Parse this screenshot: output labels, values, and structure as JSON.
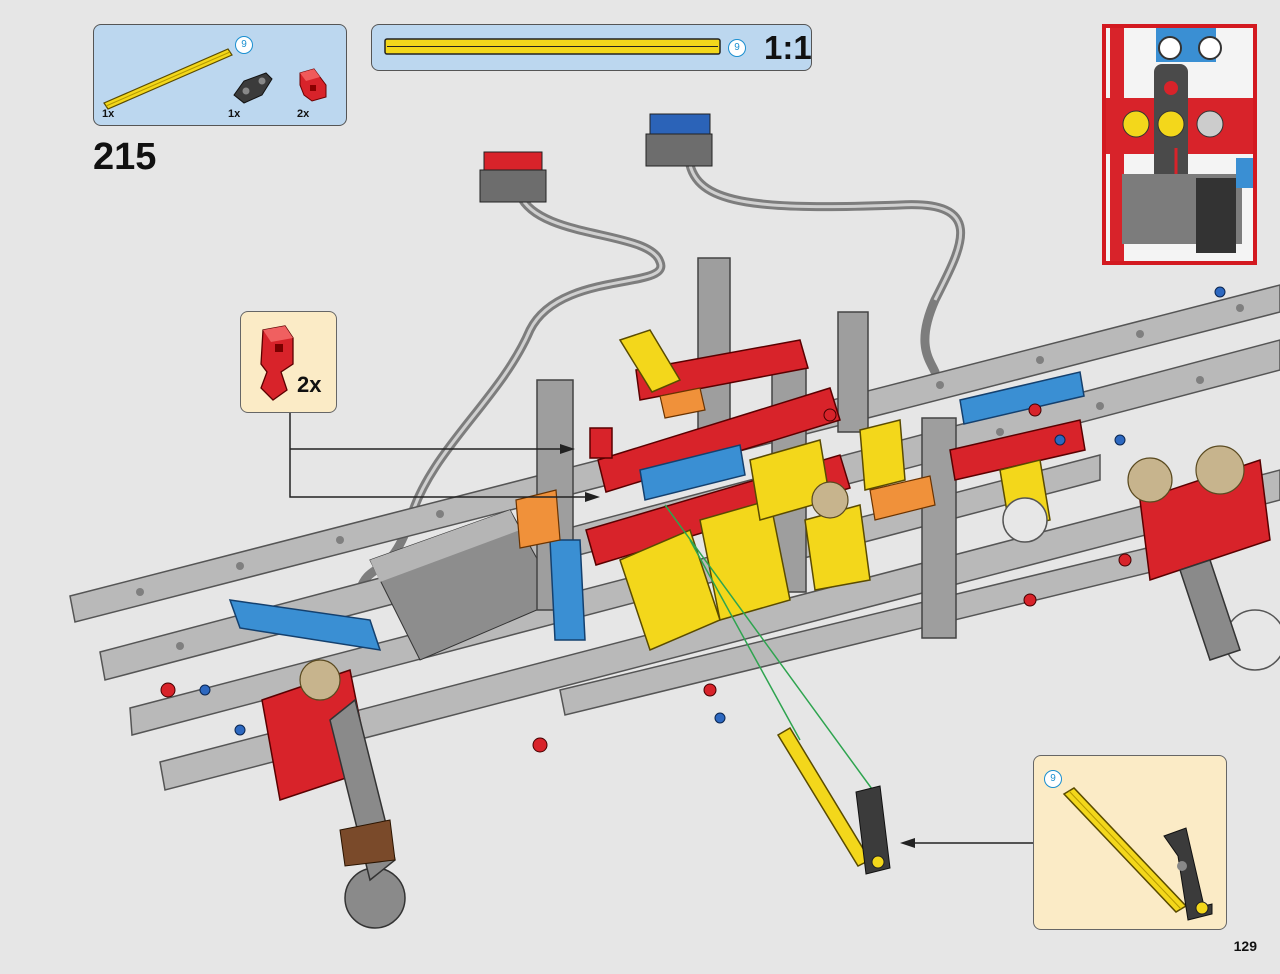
{
  "step_number": "215",
  "page_number": "129",
  "parts_list": {
    "badge": "9",
    "items": [
      {
        "name": "yellow-axle",
        "qty": "1x"
      },
      {
        "name": "black-connector",
        "qty": "1x"
      },
      {
        "name": "red-connector",
        "qty": "2x"
      }
    ]
  },
  "scale_ref": {
    "badge": "9",
    "label": "1:1"
  },
  "callout_parts": {
    "qty": "2x"
  },
  "callout_subassembly": {
    "badge": "9"
  },
  "colors": {
    "panel_blue": "#bcd7ef",
    "callout_beige": "#fbebc6",
    "detail_border": "#d31920",
    "axle_yellow": "#f3d71b",
    "beam_gray": "#b5b5b5",
    "red": "#d8232a",
    "blue": "#3a8fd3"
  }
}
